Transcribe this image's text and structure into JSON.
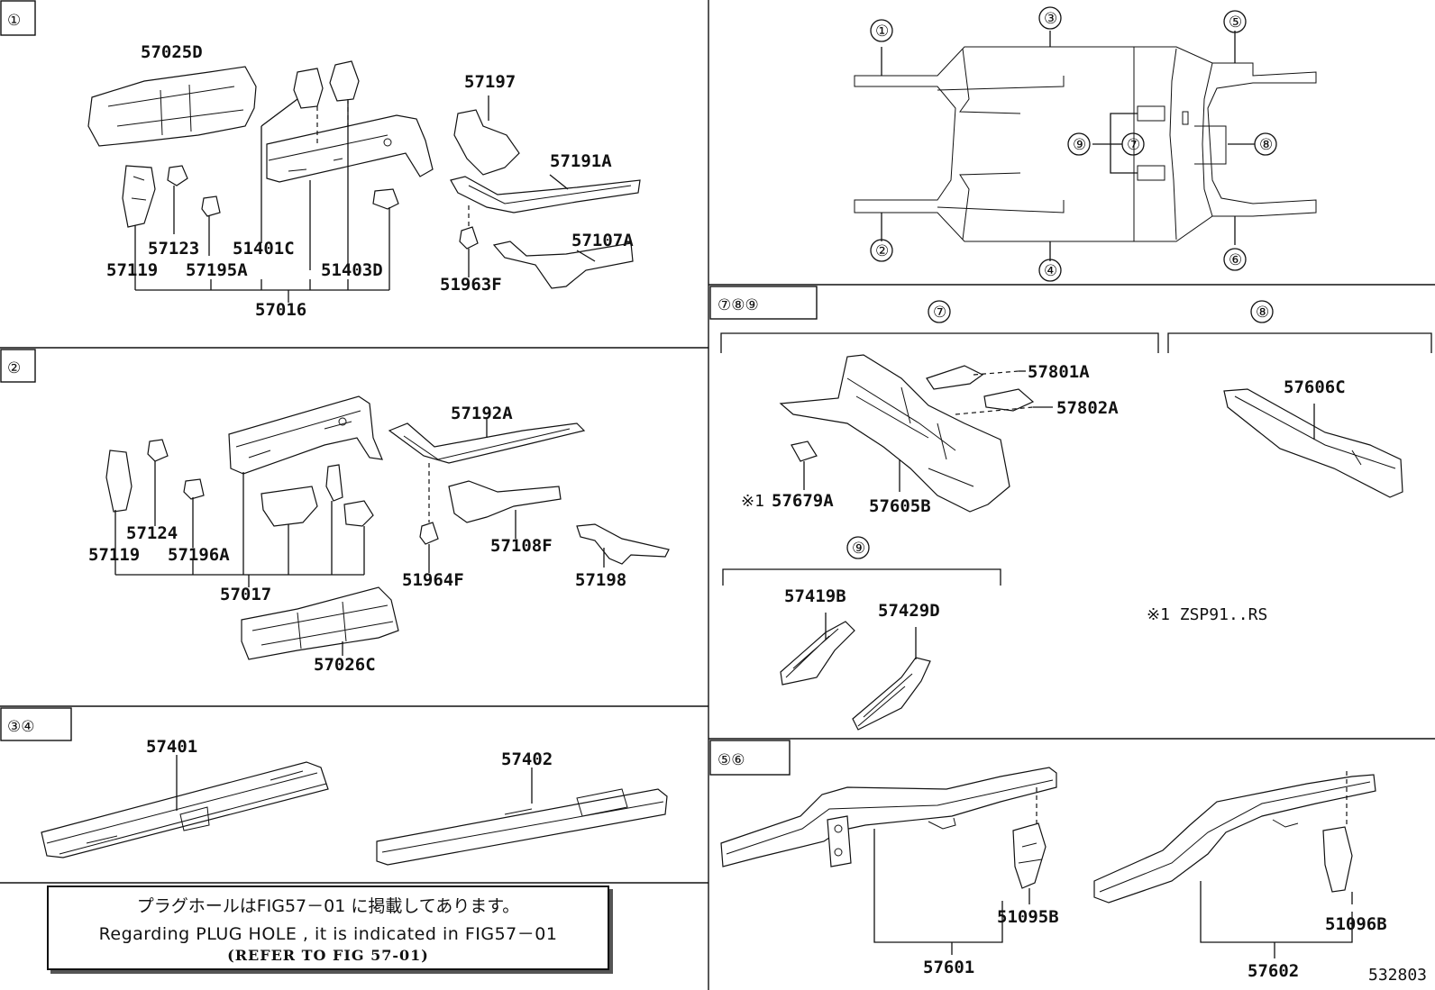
{
  "sections": {
    "s1": "①",
    "s2": "②",
    "s34": "③④",
    "s789": "⑦⑧⑨",
    "s56": "⑤⑥"
  },
  "overview_labels": {
    "c1": "①",
    "c2": "②",
    "c3": "③",
    "c4": "④",
    "c5": "⑤",
    "c6": "⑥",
    "c7": "⑦",
    "c8": "⑧",
    "c9": "⑨"
  },
  "sub_headers": {
    "h7": "⑦",
    "h8": "⑧",
    "h9": "⑨"
  },
  "parts_s1": {
    "p57025D": "57025D",
    "p57197": "57197",
    "p57191A": "57191A",
    "p57107A": "57107A",
    "p51963F": "51963F",
    "p57123": "57123",
    "p51401C": "51401C",
    "p57119": "57119",
    "p57195A": "57195A",
    "p51403D": "51403D",
    "p57016": "57016"
  },
  "parts_s2": {
    "p57192A": "57192A",
    "p57124": "57124",
    "p57119": "57119",
    "p57196A": "57196A",
    "p57108F": "57108F",
    "p51964F": "51964F",
    "p57198": "57198",
    "p57017": "57017",
    "p57026C": "57026C"
  },
  "parts_s34": {
    "p57401": "57401",
    "p57402": "57402"
  },
  "parts_s789": {
    "p57801A": "57801A",
    "p57802A": "57802A",
    "p57606C": "57606C",
    "p57679A": "57679A",
    "mark": "※1",
    "p57605B": "57605B",
    "p57419B": "57419B",
    "p57429D": "57429D",
    "footnote": "※1 ZSP91..RS"
  },
  "parts_s56": {
    "p51095B": "51095B",
    "p51096B": "51096B",
    "p57601": "57601",
    "p57602": "57602"
  },
  "note": {
    "jp": "プラグホールはFIG57－01 に掲載してあります。",
    "en": "Regarding PLUG HOLE , it is indicated in FIG57－01",
    "ref": "(REFER TO FIG 57-01)"
  },
  "figure_id": "532803"
}
